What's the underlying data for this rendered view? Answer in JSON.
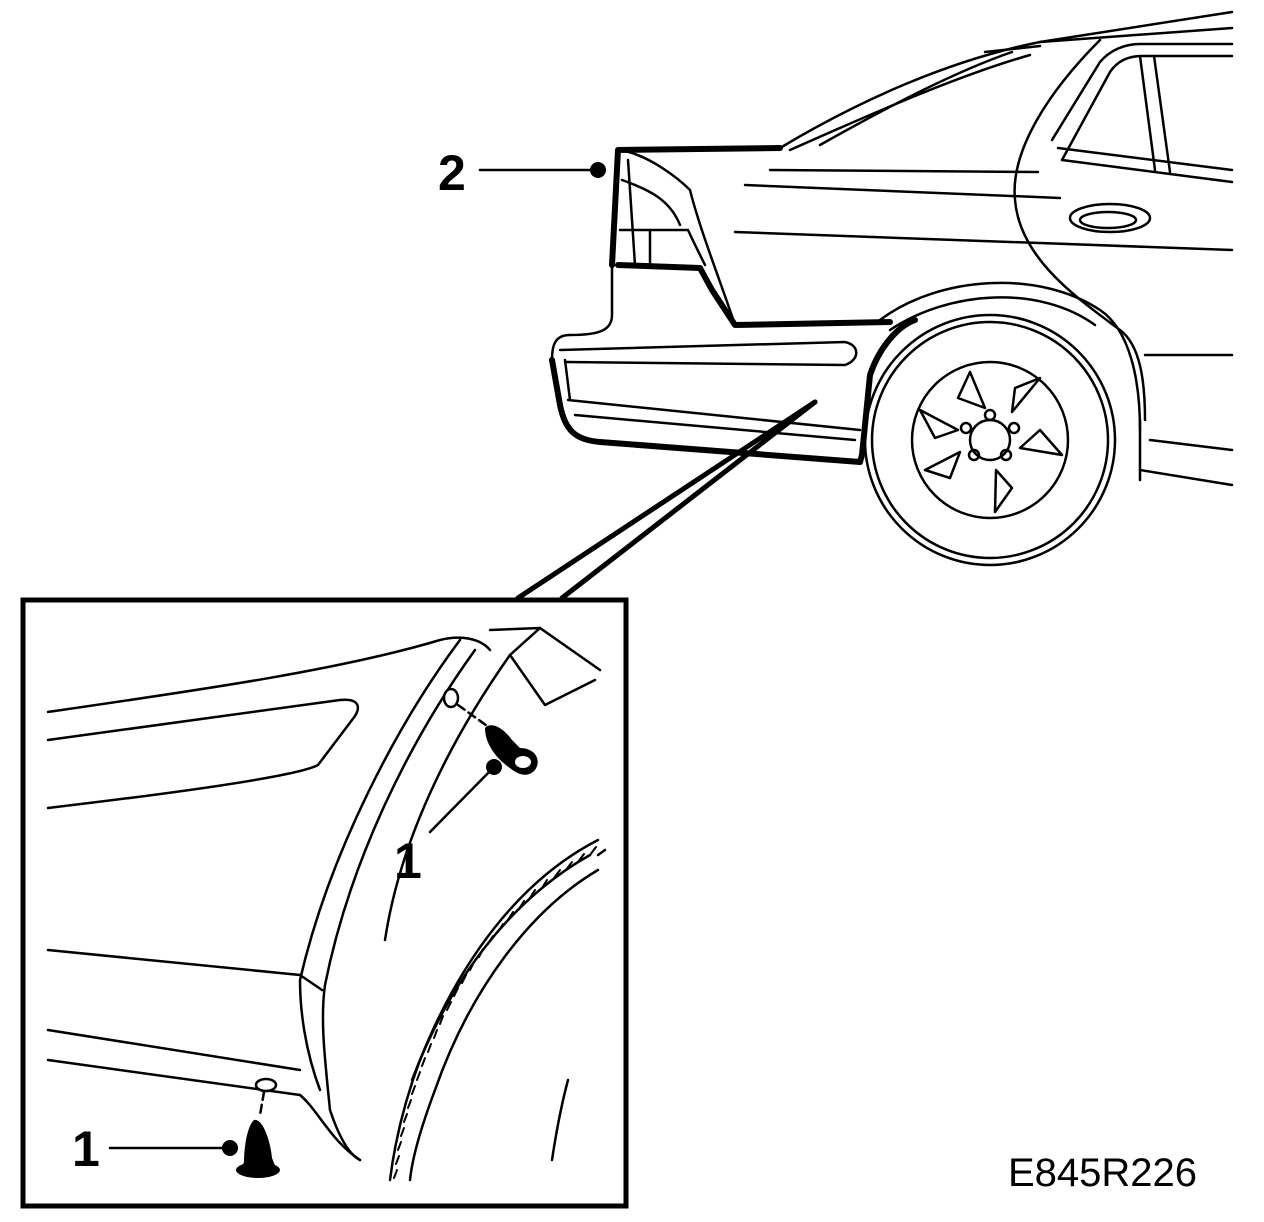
{
  "callouts": {
    "fastener_upper": "1",
    "fastener_lower": "1",
    "trim_strip": "2"
  },
  "figure_code": "E845R226"
}
